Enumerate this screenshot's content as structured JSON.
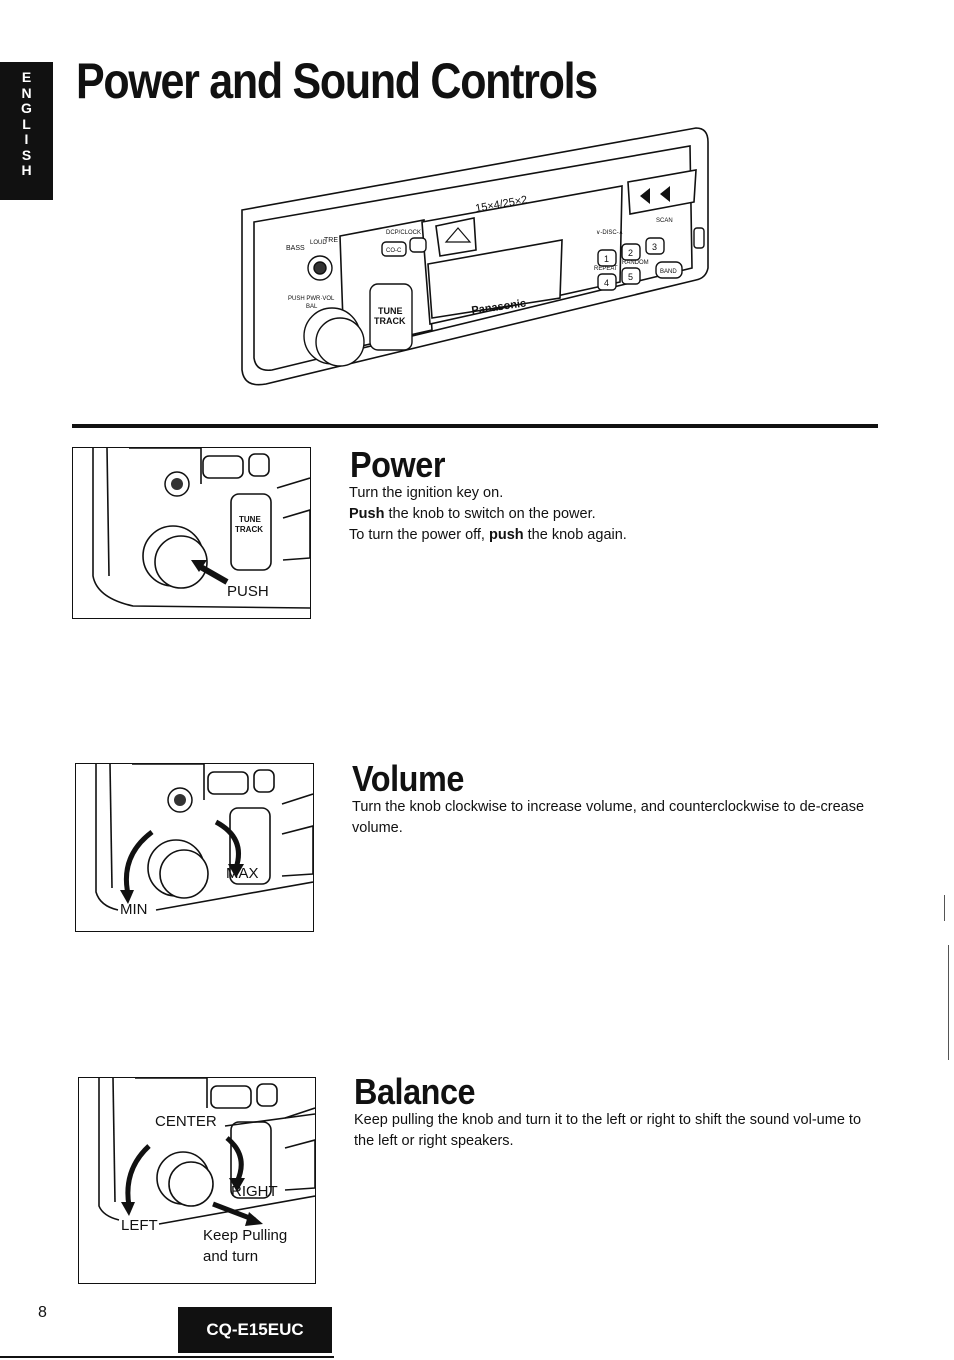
{
  "language_tab": [
    "E",
    "N",
    "G",
    "L",
    "I",
    "S",
    "H"
  ],
  "page_title": "Power and Sound Controls",
  "hero": {
    "bass_label": "BASS",
    "tre_label": "TRE",
    "loud_label": "LOUD",
    "dcp_label": "DCP/CLOCK",
    "disp_text": "15×4/25×2",
    "co_c_label": "CO-C",
    "push_label": "PUSH PWR·VOL",
    "bal_label": "BAL",
    "tune": "TUNE",
    "track": "TRACK",
    "brand": "Panasonic",
    "disc_label": "∨-DISC-∧",
    "scan_label": "SCAN",
    "repeat_label": "REPEAT",
    "random_label": "RANDOM",
    "band_label": "BAND",
    "presets": [
      "1",
      "2",
      "3",
      "4",
      "5"
    ]
  },
  "sections": {
    "power": {
      "title": "Power",
      "line1": "Turn the ignition key on.",
      "line2_bold": "Push",
      "line2_rest": " the knob to switch on the power.",
      "line3_pre": "To turn the power off, ",
      "line3_bold": "push",
      "line3_post": " the knob again.",
      "fig_label": "PUSH"
    },
    "volume": {
      "title": "Volume",
      "body": "Turn the knob clockwise to increase volume, and counterclockwise to de-crease volume.",
      "fig_max": "MAX",
      "fig_min": "MIN"
    },
    "balance": {
      "title": "Balance",
      "body": "Keep pulling the knob and turn it to the left or right to shift the sound vol-ume to the left or right speakers.",
      "fig_center": "CENTER",
      "fig_right": "RIGHT",
      "fig_left": "LEFT",
      "fig_note_1": "Keep Pulling",
      "fig_note_2": "and turn"
    }
  },
  "footer": {
    "page_number": "8",
    "model": "CQ-E15EUC"
  }
}
